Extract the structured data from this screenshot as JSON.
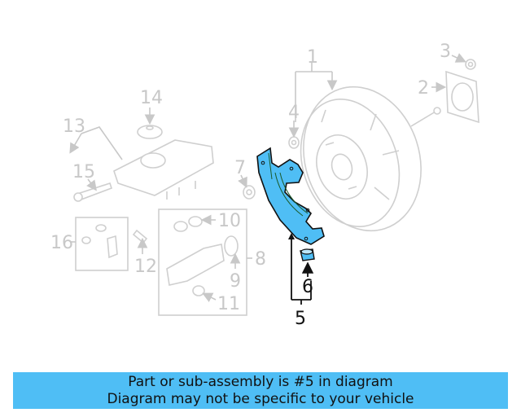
{
  "diagram": {
    "highlighted_part": "5",
    "highlight_color": "#4fbef5",
    "callouts": [
      {
        "id": "1",
        "label": "1"
      },
      {
        "id": "2",
        "label": "2"
      },
      {
        "id": "3",
        "label": "3"
      },
      {
        "id": "4",
        "label": "4"
      },
      {
        "id": "5",
        "label": "5"
      },
      {
        "id": "6",
        "label": "6"
      },
      {
        "id": "7",
        "label": "7"
      },
      {
        "id": "8",
        "label": "8"
      },
      {
        "id": "9",
        "label": "9"
      },
      {
        "id": "10",
        "label": "10"
      },
      {
        "id": "11",
        "label": "11"
      },
      {
        "id": "12",
        "label": "12"
      },
      {
        "id": "13",
        "label": "13"
      },
      {
        "id": "14",
        "label": "14"
      },
      {
        "id": "15",
        "label": "15"
      },
      {
        "id": "16",
        "label": "16"
      }
    ]
  },
  "banner": {
    "line1": "Part or sub-assembly is #5 in diagram",
    "line2": "Diagram may not be specific to your vehicle",
    "color": "#4fbef5"
  }
}
